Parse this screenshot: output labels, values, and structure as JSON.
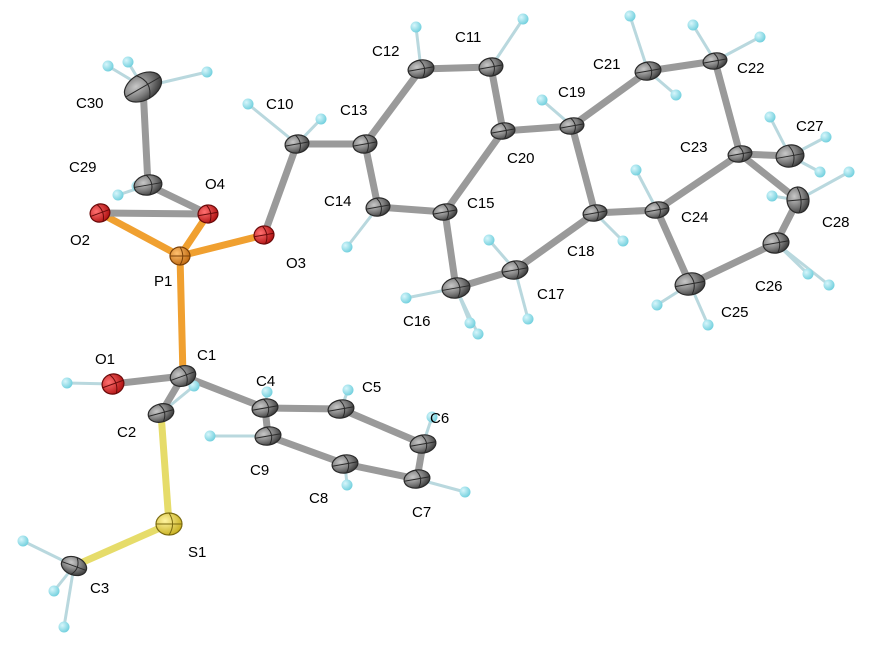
{
  "figure": {
    "type": "ORTEP molecular structure",
    "background": "#ffffff",
    "colors": {
      "carbon": "#8c8c8c",
      "carbon_dark": "#3a3a3a",
      "hydrogen": "#7ad9e6",
      "oxygen": "#d92020",
      "phosphorus": "#e08a2a",
      "sulfur": "#e6d23a",
      "bond": "#9a9a9a",
      "p_bond": "#f0a030",
      "s_bond": "#e6dc6a"
    }
  },
  "atom_labels": {
    "C1": "C1",
    "C2": "C2",
    "C3": "C3",
    "C4": "C4",
    "C5": "C5",
    "C6": "C6",
    "C7": "C7",
    "C8": "C8",
    "C9": "C9",
    "C10": "C10",
    "C11": "C11",
    "C12": "C12",
    "C13": "C13",
    "C14": "C14",
    "C15": "C15",
    "C16": "C16",
    "C17": "C17",
    "C18": "C18",
    "C19": "C19",
    "C20": "C20",
    "C21": "C21",
    "C22": "C22",
    "C23": "C23",
    "C24": "C24",
    "C25": "C25",
    "C26": "C26",
    "C27": "C27",
    "C28": "C28",
    "C29": "C29",
    "C30": "C30",
    "O1": "O1",
    "O2": "O2",
    "O3": "O3",
    "O4": "O4",
    "P1": "P1",
    "S1": "S1"
  }
}
